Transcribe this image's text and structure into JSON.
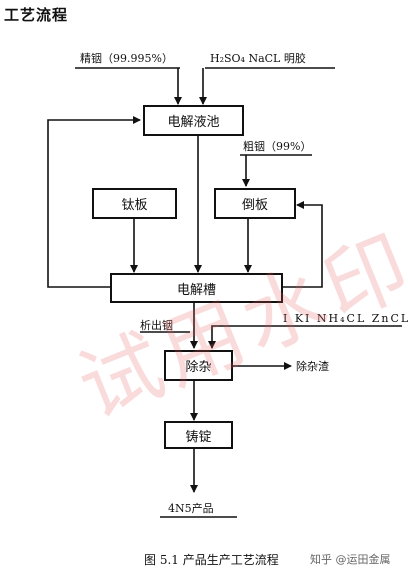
{
  "heading": "工艺流程",
  "inputs": {
    "refined_indium": "精铟（99.995%）",
    "reagents": "H₂SO₄  NaCL 明胶",
    "crude_indium": "粗铟（99%）",
    "additives": "I KI NH₄CL ZnCL"
  },
  "boxes": {
    "electrolyte": "电解液池",
    "titanium_plate": "钛板",
    "cast_plate": "倒板",
    "electrolytic_cell": "电解槽",
    "impurity_removal": "除杂",
    "ingot_casting": "铸锭"
  },
  "outputs": {
    "precipitated_indium": "析出铟",
    "residue": "除杂渣",
    "product": "4N5产品"
  },
  "caption": "图 5.1    产品生产工艺流程",
  "credit": "知乎 @运田金属",
  "watermark": "试用水印"
}
